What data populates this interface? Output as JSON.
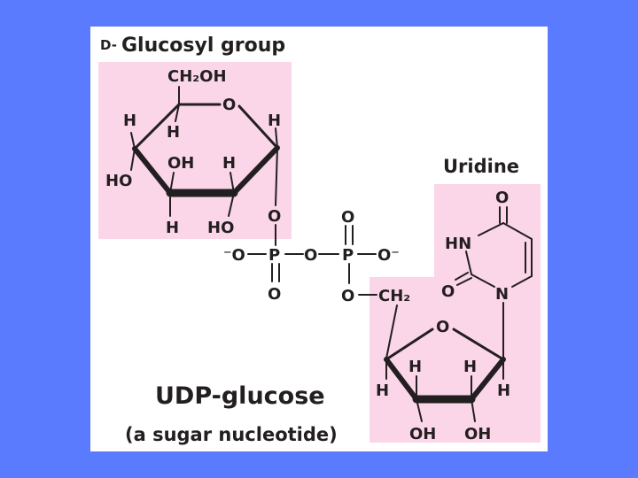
{
  "colors": {
    "background": "#5b7bff",
    "panel": "#ffffff",
    "highlight": "#fbd6e8",
    "ink": "#231f20"
  },
  "titles": {
    "glucosyl_prefix": "D-",
    "glucosyl": "Glucosyl group",
    "uridine": "Uridine",
    "compound": "UDP-glucose",
    "subtitle": "(a sugar nucleotide)"
  },
  "glucose": {
    "ch2oh": "CH₂OH",
    "ring_o": "O",
    "h_c5": "H",
    "h_c1": "H",
    "h_c4_left": "H",
    "oh_c3": "OH",
    "h_c2": "H",
    "ho_c4": "HO",
    "h_c3": "H",
    "ho_c2": "HO"
  },
  "diphosphate": {
    "bridge_o": "O",
    "p1_top_o": "O",
    "p1_o_minus": "⁻O",
    "p1": "P",
    "mid_o": "O",
    "p2": "P",
    "p2_o_minus": "O⁻",
    "p1_bottom_o": "O",
    "p2_bottom_o": "O",
    "ch2": "CH₂"
  },
  "uracil": {
    "c4_o": "O",
    "hn": "HN",
    "c2_o": "O",
    "n1": "N"
  },
  "ribose": {
    "ring_o": "O",
    "h_c4": "H",
    "h_c3": "H",
    "h_c2": "H",
    "h_c1": "H",
    "oh_c3": "OH",
    "oh_c2": "OH"
  }
}
